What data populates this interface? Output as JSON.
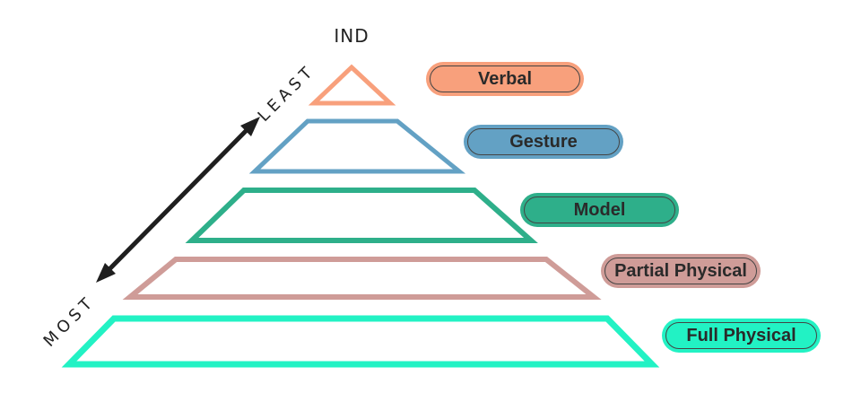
{
  "top_label": "IND",
  "axis": {
    "least": "LEAST",
    "most": "MOST"
  },
  "levels": [
    {
      "label": "Verbal",
      "color": "#f8a07c"
    },
    {
      "label": "Gesture",
      "color": "#63a1c4"
    },
    {
      "label": "Model",
      "color": "#2eaf8a"
    },
    {
      "label": "Partial Physical",
      "color": "#cf9c98"
    },
    {
      "label": "Full Physical",
      "color": "#22f2c4"
    }
  ],
  "arrow_color": "#1f1f1f"
}
